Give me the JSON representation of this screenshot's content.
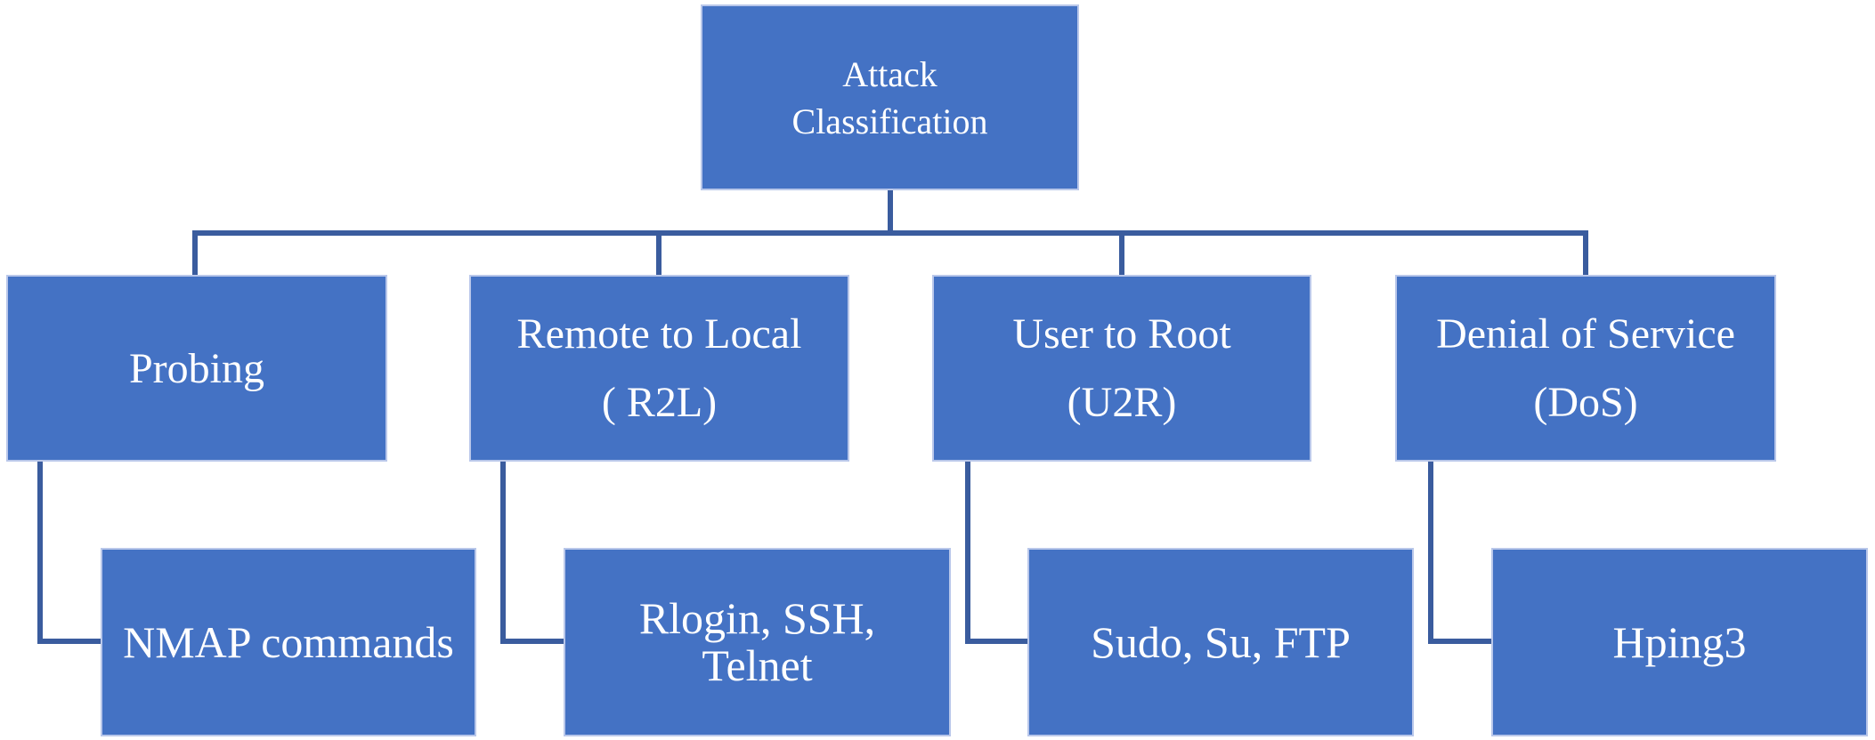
{
  "diagram": {
    "type": "hierarchy-flowchart",
    "colors": {
      "background": "#ffffff",
      "node_fill": "#4472c4",
      "node_border": "#b9c7ea",
      "connector_color": "#3a5c9e",
      "text_color": "#ffffff"
    },
    "nodes": {
      "root": {
        "lines": [
          "Attack",
          "Classification"
        ]
      },
      "probing": {
        "lines": [
          "Probing"
        ]
      },
      "r2l": {
        "lines": [
          "Remote to Local",
          "( R2L)"
        ]
      },
      "u2r": {
        "lines": [
          "User to Root",
          "(U2R)"
        ]
      },
      "dos": {
        "lines": [
          "Denial of Service",
          "(DoS)"
        ]
      },
      "nmap": {
        "lines": [
          "NMAP commands"
        ]
      },
      "rlogin": {
        "lines": [
          "Rlogin, SSH,",
          "Telnet"
        ]
      },
      "sudo": {
        "lines": [
          "Sudo, Su, FTP"
        ]
      },
      "hping": {
        "lines": [
          "Hping3"
        ]
      }
    },
    "edges": [
      {
        "from": "Attack Classification",
        "to": "Probing"
      },
      {
        "from": "Attack Classification",
        "to": "Remote to Local ( R2L)"
      },
      {
        "from": "Attack Classification",
        "to": "User to Root (U2R)"
      },
      {
        "from": "Attack Classification",
        "to": "Denial of Service (DoS)"
      },
      {
        "from": "Probing",
        "to": "NMAP commands"
      },
      {
        "from": "Remote to Local ( R2L)",
        "to": "Rlogin, SSH, Telnet"
      },
      {
        "from": "User to Root (U2R)",
        "to": "Sudo, Su, FTP"
      },
      {
        "from": "Denial of Service (DoS)",
        "to": "Hping3"
      }
    ]
  }
}
